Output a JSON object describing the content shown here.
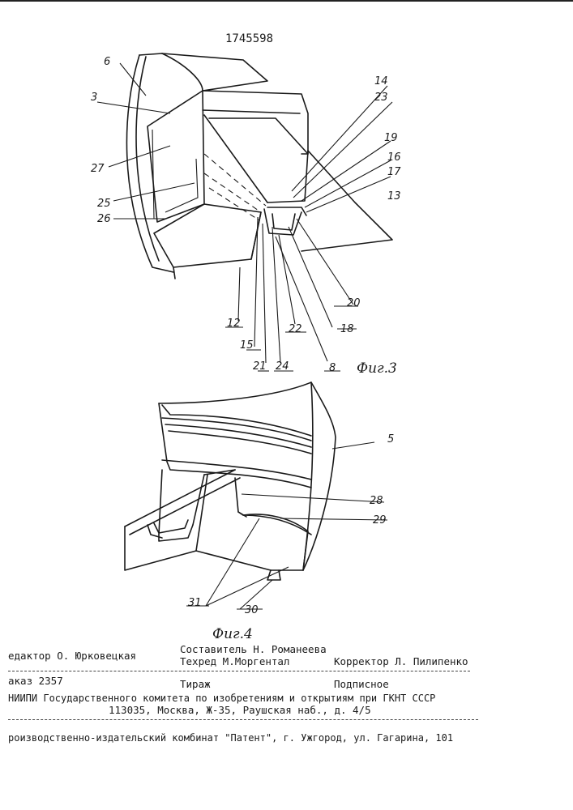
{
  "patent_number": "1745598",
  "figures": {
    "fig3": {
      "caption": "Фиг.3",
      "labels": [
        "6",
        "3",
        "27",
        "25",
        "26",
        "14",
        "23",
        "19",
        "16",
        "17",
        "13",
        "20",
        "18",
        "8",
        "22",
        "24",
        "21",
        "15",
        "12"
      ]
    },
    "fig4": {
      "caption": "Фиг.4",
      "labels": [
        "5",
        "28",
        "29",
        "31",
        "30"
      ]
    }
  },
  "colophon": {
    "editor": "едактор О. Юрковецкая",
    "compiler": "Составитель Н. Романеева",
    "techred": "Техред М.Моргентал",
    "corrector": "Корректор Л. Пилипенко",
    "order": "аказ 2357",
    "circulation": "Тираж",
    "subscription": "Подписное",
    "institute": "НИИПИ Государственного комитета по изобретениям и открытиям при ГКНТ СССР",
    "address": "113035, Москва, Ж-35, Раушская наб., д. 4/5",
    "printer": "роизводственно-издательский комбинат \"Патент\", г. Ужгород, ул. Гагарина, 101"
  }
}
